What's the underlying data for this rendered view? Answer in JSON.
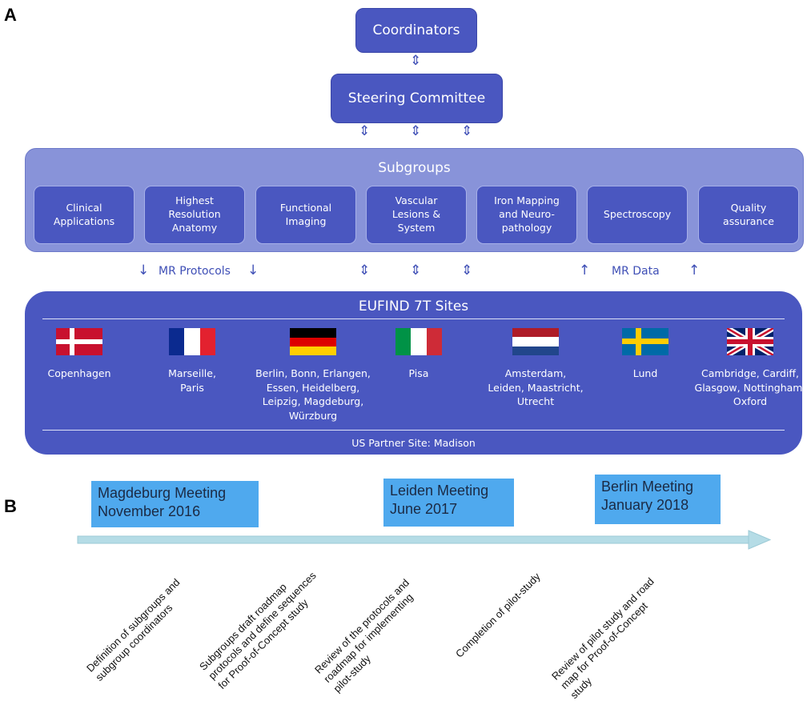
{
  "panels": {
    "a": "A",
    "b": "B"
  },
  "org": {
    "coordinators": "Coordinators",
    "steering": "Steering Committee",
    "subgroups_title": "Subgroups",
    "subgroups": [
      [
        "Clinical",
        "Applications"
      ],
      [
        "Highest",
        "Resolution",
        "Anatomy"
      ],
      [
        "Functional",
        "Imaging"
      ],
      [
        "Vascular",
        "Lesions &",
        "System"
      ],
      [
        "Iron Mapping",
        "and Neuro-",
        "pathology"
      ],
      [
        "Spectroscopy"
      ],
      [
        "Quality",
        "assurance"
      ]
    ],
    "mr_protocols": "MR Protocols",
    "mr_data": "MR Data",
    "sites_title": "EUFIND 7T Sites",
    "sites": [
      {
        "flag": "denmark",
        "lines": [
          "Copenhagen"
        ]
      },
      {
        "flag": "france",
        "lines": [
          "Marseille,",
          "Paris"
        ]
      },
      {
        "flag": "germany",
        "lines": [
          "Berlin, Bonn, Erlangen,",
          "Essen, Heidelberg,",
          "Leipzig, Magdeburg,",
          "Würzburg"
        ]
      },
      {
        "flag": "italy",
        "lines": [
          "Pisa"
        ]
      },
      {
        "flag": "netherlands",
        "lines": [
          "Amsterdam,",
          "Leiden, Maastricht,",
          "Utrecht"
        ]
      },
      {
        "flag": "sweden",
        "lines": [
          "Lund"
        ]
      },
      {
        "flag": "uk",
        "lines": [
          "Cambridge, Cardiff,",
          "Glasgow, Nottingham,",
          "Oxford"
        ]
      }
    ],
    "us_partner": "US Partner Site: Madison"
  },
  "timeline": {
    "meetings": [
      [
        "Magdeburg Meeting",
        "November 2016"
      ],
      [
        "Leiden Meeting",
        "June 2017"
      ],
      [
        "Berlin Meeting",
        "January 2018"
      ]
    ],
    "steps": [
      [
        "Definition of subgroups and",
        "subgroup coordinators"
      ],
      [
        "Subgroups draft roadmap",
        "protocols and define sequences",
        "for Proof-of-Concept study"
      ],
      [
        "Review  of  the  protocols  and",
        "roadmap    for      implementing",
        "pilot-study"
      ],
      [
        "Completion of pilot-study"
      ],
      [
        "Review of pilot study and road",
        "map      for      Proof-of-Concept",
        "study"
      ]
    ]
  },
  "colors": {
    "box": "#4a57c0",
    "panel": "#8893d9",
    "meeting": "#4fa9ee",
    "arrow": "#3f4fb6",
    "timeline": "#b5dce6"
  }
}
